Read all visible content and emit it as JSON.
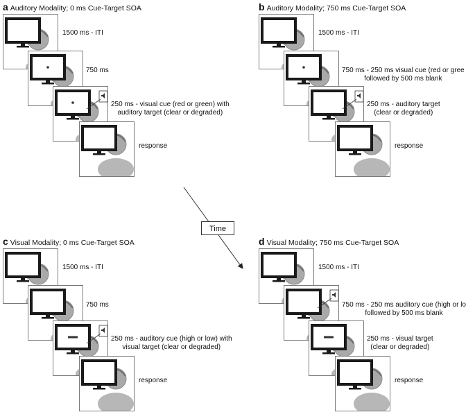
{
  "panels": [
    {
      "letter": "a",
      "title": "Auditory Modality; 0 ms Cue-Target SOA",
      "frames": [
        {
          "kind": "blank",
          "label": "1500 ms - ITI",
          "label2": ""
        },
        {
          "kind": "dot",
          "label": "750 ms",
          "label2": ""
        },
        {
          "kind": "dot-speaker",
          "label": "250 ms - visual cue (red or green) with",
          "label2": "auditory target (clear or degraded)"
        },
        {
          "kind": "response",
          "label": "response",
          "label2": ""
        }
      ]
    },
    {
      "letter": "b",
      "title": "Auditory Modality; 750 ms Cue-Target SOA",
      "frames": [
        {
          "kind": "blank",
          "label": "1500 ms - ITI",
          "label2": ""
        },
        {
          "kind": "dot",
          "label": "750 ms - 250 ms visual cue (red or gree",
          "label2": "followed by 500 ms blank"
        },
        {
          "kind": "speaker",
          "label": "250 ms - auditory target",
          "label2": "(clear or degraded)"
        },
        {
          "kind": "response",
          "label": "response",
          "label2": ""
        }
      ]
    },
    {
      "letter": "c",
      "title": "Visual Modality; 0 ms Cue-Target SOA",
      "frames": [
        {
          "kind": "blank",
          "label": "1500 ms - ITI",
          "label2": ""
        },
        {
          "kind": "blank",
          "label": "750 ms",
          "label2": ""
        },
        {
          "kind": "bar-speaker",
          "label": "250 ms - auditory cue (high or low) with",
          "label2": "visual target (clear or degraded)"
        },
        {
          "kind": "response",
          "label": "response",
          "label2": ""
        }
      ]
    },
    {
      "letter": "d",
      "title": "Visual Modality; 750 ms Cue-Target SOA",
      "frames": [
        {
          "kind": "blank",
          "label": "1500 ms - ITI",
          "label2": ""
        },
        {
          "kind": "speaker",
          "label": "750 ms - 250 ms auditory cue (high or lo",
          "label2": "followed by 500 ms blank"
        },
        {
          "kind": "bar",
          "label": "250 ms - visual target",
          "label2": "(clear or degraded)"
        },
        {
          "kind": "response",
          "label": "response",
          "label2": ""
        }
      ]
    }
  ],
  "time_label": "Time",
  "speaker_text": "Speaker",
  "colors": {
    "frame_border": "#7a7a7a",
    "head": "#a9a9a9",
    "monitor": "#1a1a1a"
  }
}
